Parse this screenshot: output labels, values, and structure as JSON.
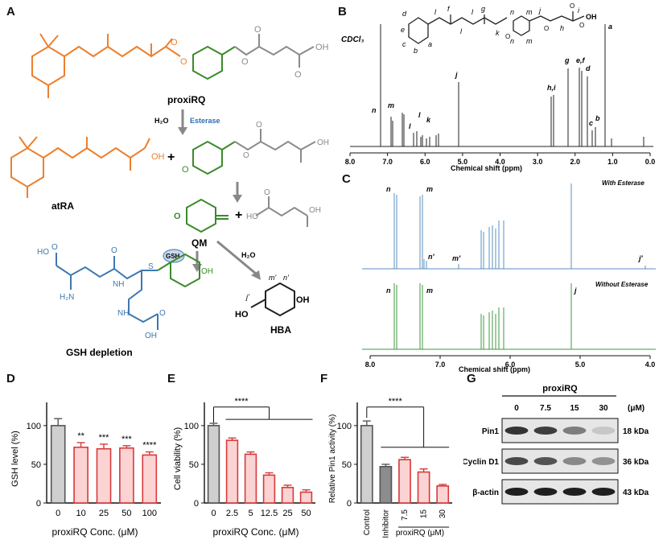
{
  "panels": {
    "A": {
      "letter": "A",
      "compound_top": "proxiRQ",
      "reagent_h2o": "H₂O",
      "reagent_esterase": "Esterase",
      "atra_acid_group": "OH",
      "compound_left": "atRA",
      "plus": "+",
      "phenolate": "O",
      "acid_group": "OH",
      "qm_label": "QM",
      "qm_oxygen": "O",
      "gsh_badge": "GSH",
      "h2o_branch": "H₂O",
      "hba_label": "HBA",
      "hba_oh": "OH",
      "hba_ho": "HO",
      "hba_jprime": "j'",
      "hba_mprime": "m'",
      "hba_nprime": "n'",
      "gsh_depletion": "GSH depletion",
      "gsh_atoms": {
        "ho": "HO",
        "h2n": "H₂N",
        "nh1": "NH",
        "nh2": "NH",
        "s": "S",
        "oh_ring": "OH",
        "oh_end": "OH",
        "o1": "O",
        "o2": "O",
        "o3": "O"
      }
    },
    "B": {
      "letter": "B",
      "solvent": "CDCl₃",
      "xlabel": "Chemical shift (ppm)",
      "ticks": [
        "8.0",
        "7.0",
        "6.0",
        "5.0",
        "4.0",
        "3.0",
        "2.0",
        "1.0",
        "0.0"
      ],
      "peak_labels": [
        "n",
        "m",
        "l",
        "l",
        "k",
        "j",
        "h,i",
        "g",
        "e,f",
        "d",
        "c",
        "b",
        "a"
      ],
      "structure_labels": {
        "d": "d",
        "e": "e",
        "c": "c",
        "b": "b",
        "a": "a",
        "l1": "l",
        "f": "f",
        "l2": "l",
        "l3": "l",
        "g": "g",
        "k": "k",
        "n1": "n",
        "m1": "m",
        "n2": "n",
        "m2": "m",
        "j": "j",
        "h": "h",
        "i": "i",
        "o1": "O",
        "o2": "O",
        "o3": "O",
        "o4": "O",
        "oh": "OH"
      }
    },
    "C": {
      "letter": "C",
      "with_label": "With Esterase",
      "without_label": "Without Esterase",
      "xlabel": "Chemical shift (ppm)",
      "ticks": [
        "8.0",
        "7.0",
        "6.0",
        "5.0",
        "4.0"
      ],
      "top_peak_labels": [
        "n",
        "m",
        "n'",
        "m'",
        "j'"
      ],
      "bottom_peak_labels": [
        "n",
        "m",
        "j"
      ]
    },
    "D": {
      "letter": "D",
      "ylabel": "GSH level (%)",
      "xlabel": "proxiRQ Conc. (μM)",
      "yticks": [
        "0",
        "50",
        "100"
      ],
      "significance": [
        "**",
        "***",
        "***",
        "****"
      ]
    },
    "E": {
      "letter": "E",
      "ylabel": "Cell viability (%)",
      "xlabel": "proxiRQ Conc. (μM)",
      "yticks": [
        "0",
        "50",
        "100"
      ],
      "significance": "****"
    },
    "F": {
      "letter": "F",
      "ylabel": "Relative Pin1 activity (%)",
      "xlabel": "proxiRQ (μM)",
      "yticks": [
        "0",
        "50",
        "100"
      ],
      "significance": "****"
    },
    "G": {
      "letter": "G",
      "title": "proxiRQ",
      "unit": "(μM)",
      "lanes": [
        "0",
        "7.5",
        "15",
        "30"
      ],
      "rows": [
        {
          "name": "Pin1",
          "kda": "18 kDa",
          "intensity": [
            0.85,
            0.8,
            0.5,
            0.15
          ]
        },
        {
          "name": "Cyclin D1",
          "kda": "36 kDa",
          "intensity": [
            0.75,
            0.7,
            0.45,
            0.4
          ]
        },
        {
          "name": "β-actin",
          "kda": "43 kDa",
          "intensity": [
            0.95,
            0.95,
            0.95,
            0.95
          ]
        }
      ]
    }
  },
  "chart_data": [
    {
      "type": "bar",
      "panel": "D",
      "categories": [
        "0",
        "10",
        "25",
        "50",
        "100"
      ],
      "values": [
        100,
        72,
        70,
        71,
        62
      ],
      "errors": [
        9,
        6,
        6,
        3,
        4
      ],
      "ylabel": "GSH level (%)",
      "xlabel": "proxiRQ Conc. (μM)",
      "ylim": [
        0,
        130
      ],
      "significance": [
        "",
        "**",
        "***",
        "***",
        "****"
      ]
    },
    {
      "type": "bar",
      "panel": "E",
      "categories": [
        "0",
        "2.5",
        "5",
        "12.5",
        "25",
        "50"
      ],
      "values": [
        100,
        81,
        63,
        36,
        20,
        14
      ],
      "errors": [
        3,
        3,
        3,
        3,
        3,
        3
      ],
      "ylabel": "Cell viability (%)",
      "xlabel": "proxiRQ Conc. (μM)",
      "ylim": [
        0,
        130
      ]
    },
    {
      "type": "bar",
      "panel": "F",
      "categories": [
        "Control",
        "Inhibitor",
        "7.5",
        "15",
        "30"
      ],
      "values": [
        100,
        47,
        56,
        40,
        22
      ],
      "errors": [
        6,
        3,
        3,
        4,
        2
      ],
      "ylabel": "Relative Pin1 activity (%)",
      "xlabel": "proxiRQ (μM)",
      "ylim": [
        0,
        130
      ]
    }
  ],
  "colors": {
    "orange": "#ee7f2d",
    "green": "#3a8a2a",
    "gray": "#8a8a8a",
    "blue": "#3e78b1",
    "esterase_blue": "#2b6fb0",
    "red": "#d63a3a",
    "redfill": "#fbd3d3",
    "control_fill": "#cfcfcf",
    "inhibitor_fill": "#8c8c8c",
    "spec_blue": "#5b8fbf",
    "spec_green": "#3f9a3f"
  }
}
